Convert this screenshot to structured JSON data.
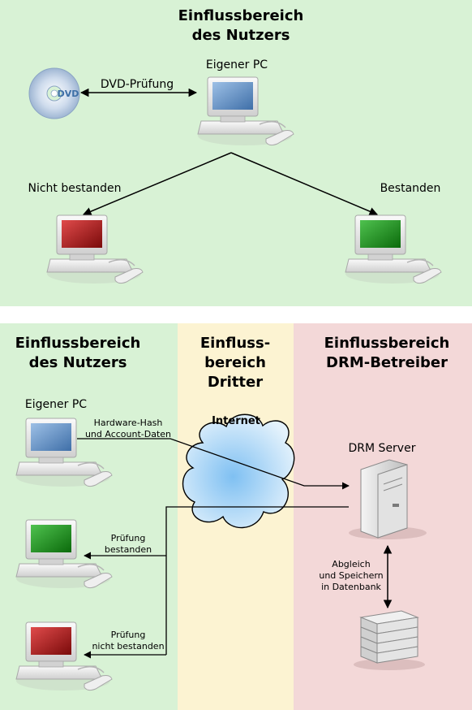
{
  "top": {
    "title_line1": "Einflussbereich",
    "title_line2": "des Nutzers",
    "pc_label": "Eigener PC",
    "dvd_text": "DVD",
    "dvd_check_label": "DVD-Prüfung",
    "fail_label": "Nicht bestanden",
    "pass_label": "Bestanden"
  },
  "bottom": {
    "user_zone": {
      "line1": "Einflussbereich",
      "line2": "des Nutzers"
    },
    "third_zone": {
      "line1": "Einfluss-",
      "line2": "bereich",
      "line3": "Dritter"
    },
    "drm_zone": {
      "line1": "Einflussbereich",
      "line2": "DRM-Betreiber"
    },
    "pc_label": "Eigener PC",
    "hash_line1": "Hardware-Hash",
    "hash_line2": "und Account-Daten",
    "internet_label": "Internet",
    "server_label": "DRM Server",
    "pass_line1": "Prüfung",
    "pass_line2": "bestanden",
    "fail_line1": "Prüfung",
    "fail_line2": "nicht bestanden",
    "db_line1": "Abgleich",
    "db_line2": "und Speichern",
    "db_line3": "in Datenbank"
  },
  "colors": {
    "user_zone": "#d8f2d5",
    "third_zone": "#fcf3d2",
    "drm_zone": "#f3d8d8",
    "screen_default": "#5b86bb",
    "screen_pass": "#1b8a1b",
    "screen_fail": "#b01818"
  }
}
